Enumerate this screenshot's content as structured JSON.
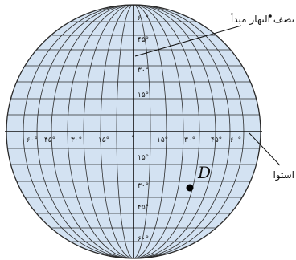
{
  "labels": {
    "prime_meridian": "نصف النهار مبدأ",
    "equator": "استوا",
    "point": "D"
  },
  "ticks": {
    "lat_north": [
      "۱۵°",
      "۳۰°",
      "۴۵°",
      "۶۰°"
    ],
    "lat_south": [
      "۱۵°",
      "۳۰°",
      "۴۵°",
      "۶۰°"
    ],
    "center": "°",
    "lon_west": [
      "۱۵°",
      "۳۰°",
      "۴۵°",
      "۶۰°"
    ],
    "lon_east": [
      "۱۵°",
      "۳۰°",
      "۴۵°",
      "۶۰°"
    ]
  },
  "colors": {
    "globe_fill": "#d3e2f2",
    "grid": "#1f1f1f",
    "point": "#000000"
  }
}
